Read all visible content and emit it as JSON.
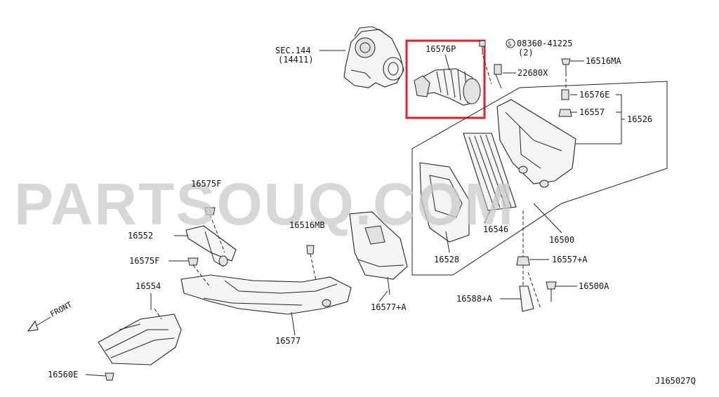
{
  "diagram": {
    "diagram_code": "J165027Q",
    "watermark": "PARTSOUQ.COM",
    "front_label": "FRONT",
    "highlighted_part": "16576P",
    "labels": {
      "sec144": "SEC.144",
      "sec144_sub": "(14411)",
      "p16576P": "16576P",
      "screw_code": "08360-41225",
      "screw_prefix": "S",
      "screw_qty": "(2)",
      "p22680X": "22680X",
      "p16516MA": "16516MA",
      "p16576E": "16576E",
      "p16557": "16557",
      "p16526": "16526",
      "p16575F_top": "16575F",
      "p16552": "16552",
      "p16516MB": "16516MB",
      "p16575F_mid": "16575F",
      "p16554": "16554",
      "p16546": "16546",
      "p16528": "16528",
      "p16500": "16500",
      "p16557A": "16557+A",
      "p16500A": "16500A",
      "p16588A": "16588+A",
      "p16577A": "16577+A",
      "p16577": "16577",
      "p16560E": "16560E"
    }
  }
}
